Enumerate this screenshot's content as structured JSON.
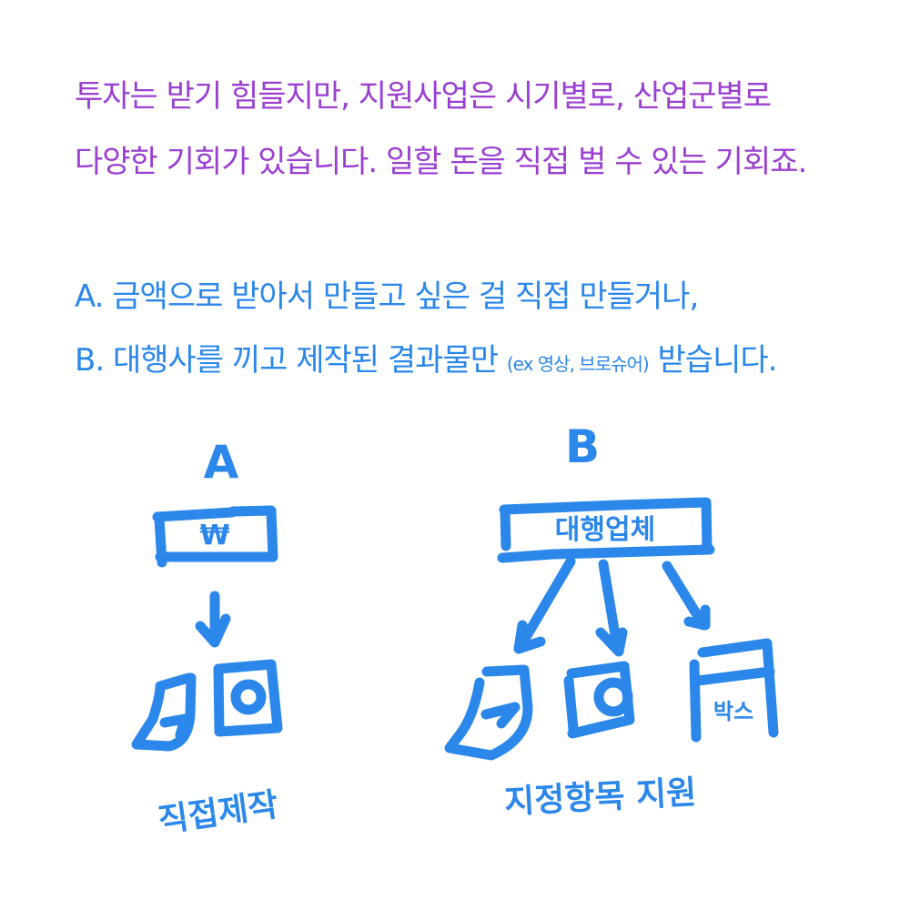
{
  "intro": {
    "line1": "투자는 받기 힘들지만, 지원사업은 시기별로, 산업군별로",
    "line2": "다양한 기회가 있습니다. 일할 돈을 직접 벌 수 있는 기회죠."
  },
  "options": {
    "a": "A. 금액으로 받아서 만들고 싶은 걸 직접 만들거나,",
    "b_main": "B. 대행사를 끼고 제작된 결과물만",
    "b_note": "(ex 영상, 브로슈어)",
    "b_end": "받습니다."
  },
  "diagram": {
    "a_label": "A",
    "a_box": "₩",
    "a_caption": "직접제작",
    "b_label": "B",
    "b_box": "대행업체",
    "b_third_item": "박스",
    "b_caption": "지정항목 지원"
  },
  "colors": {
    "purple": "#9a3fd0",
    "blue": "#2b87ea"
  }
}
